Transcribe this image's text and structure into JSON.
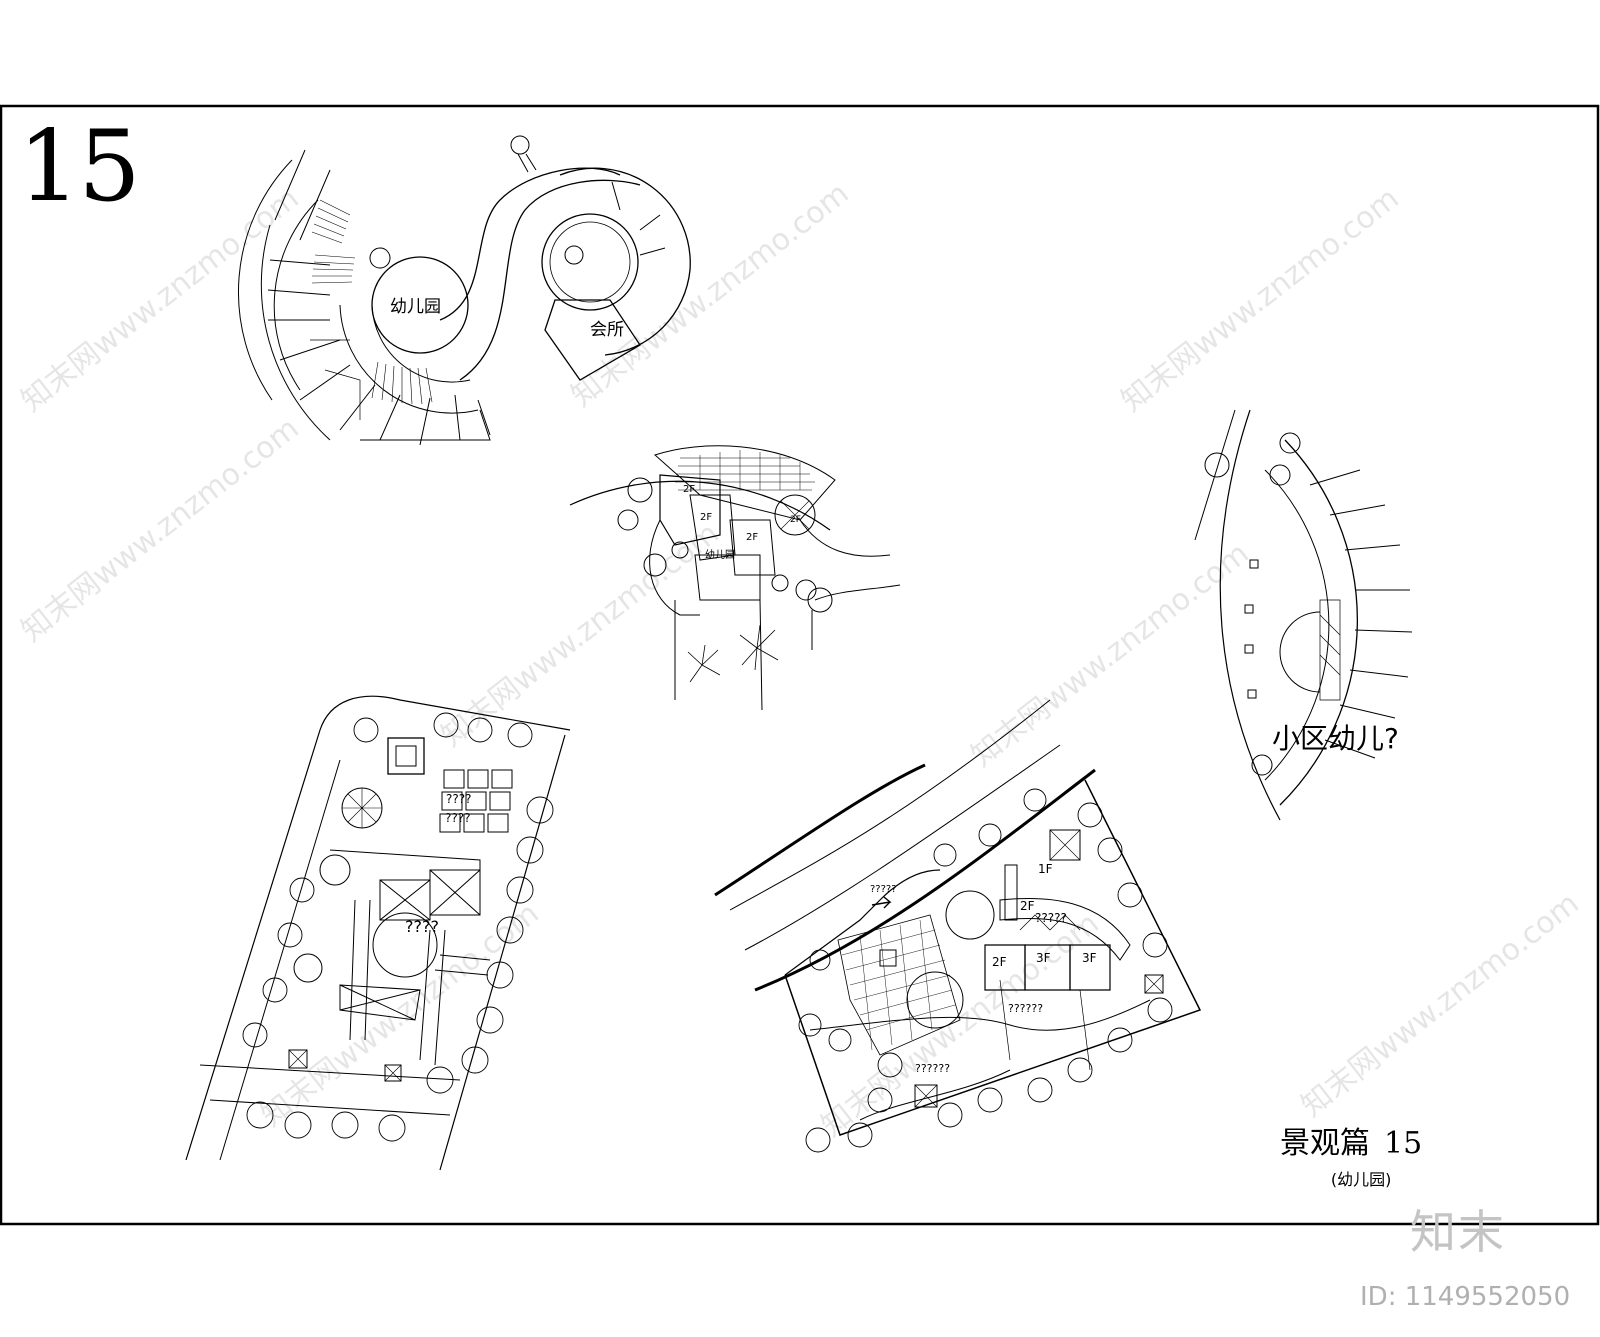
{
  "sheet": {
    "number": "15",
    "title": "景观篇",
    "title_number": "15",
    "subtitle": "(幼儿园)"
  },
  "plan_labels": {
    "kindergarten": "幼儿园",
    "clubhouse": "会所",
    "floor_2f_a": "2F",
    "floor_2f_b": "2F",
    "floor_2f_c": "2F",
    "garden_text": "幼儿园",
    "right_plan_text": "小区幼儿?",
    "grid_q": "????",
    "grid_q2": "????",
    "courtyard_q": "????",
    "road_q": "?????",
    "site_1f": "1F",
    "site_2f": "2F",
    "site_2f_q": "?????",
    "site_2f_b": "2F",
    "site_3f_a": "3F",
    "site_3f_b": "3F",
    "site_q_lower": "??????",
    "site_q_bottom": "??????"
  },
  "watermark": {
    "text": "知末网www.znzmo.com",
    "brand": "知末",
    "id": "ID: 1149552050"
  }
}
